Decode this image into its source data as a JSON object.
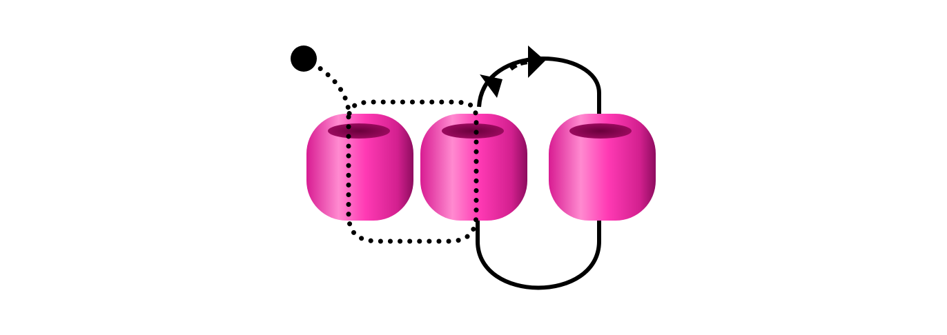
{
  "diagram": {
    "beads": [
      {
        "id": "bead-1"
      },
      {
        "id": "bead-2"
      },
      {
        "id": "bead-3"
      }
    ],
    "paths": {
      "threaded": {
        "style": "dotted"
      },
      "loop": {
        "style": "solid"
      }
    },
    "start_marker": {
      "shape": "filled-circle"
    },
    "arrowheads": 2,
    "colors": {
      "bead_light": "#ff8ad0",
      "bead_mid": "#ff3ab4",
      "bead_dark": "#c21a86",
      "bead_hole": "#7a0046",
      "line": "#000000",
      "background": "#ffffff"
    }
  }
}
